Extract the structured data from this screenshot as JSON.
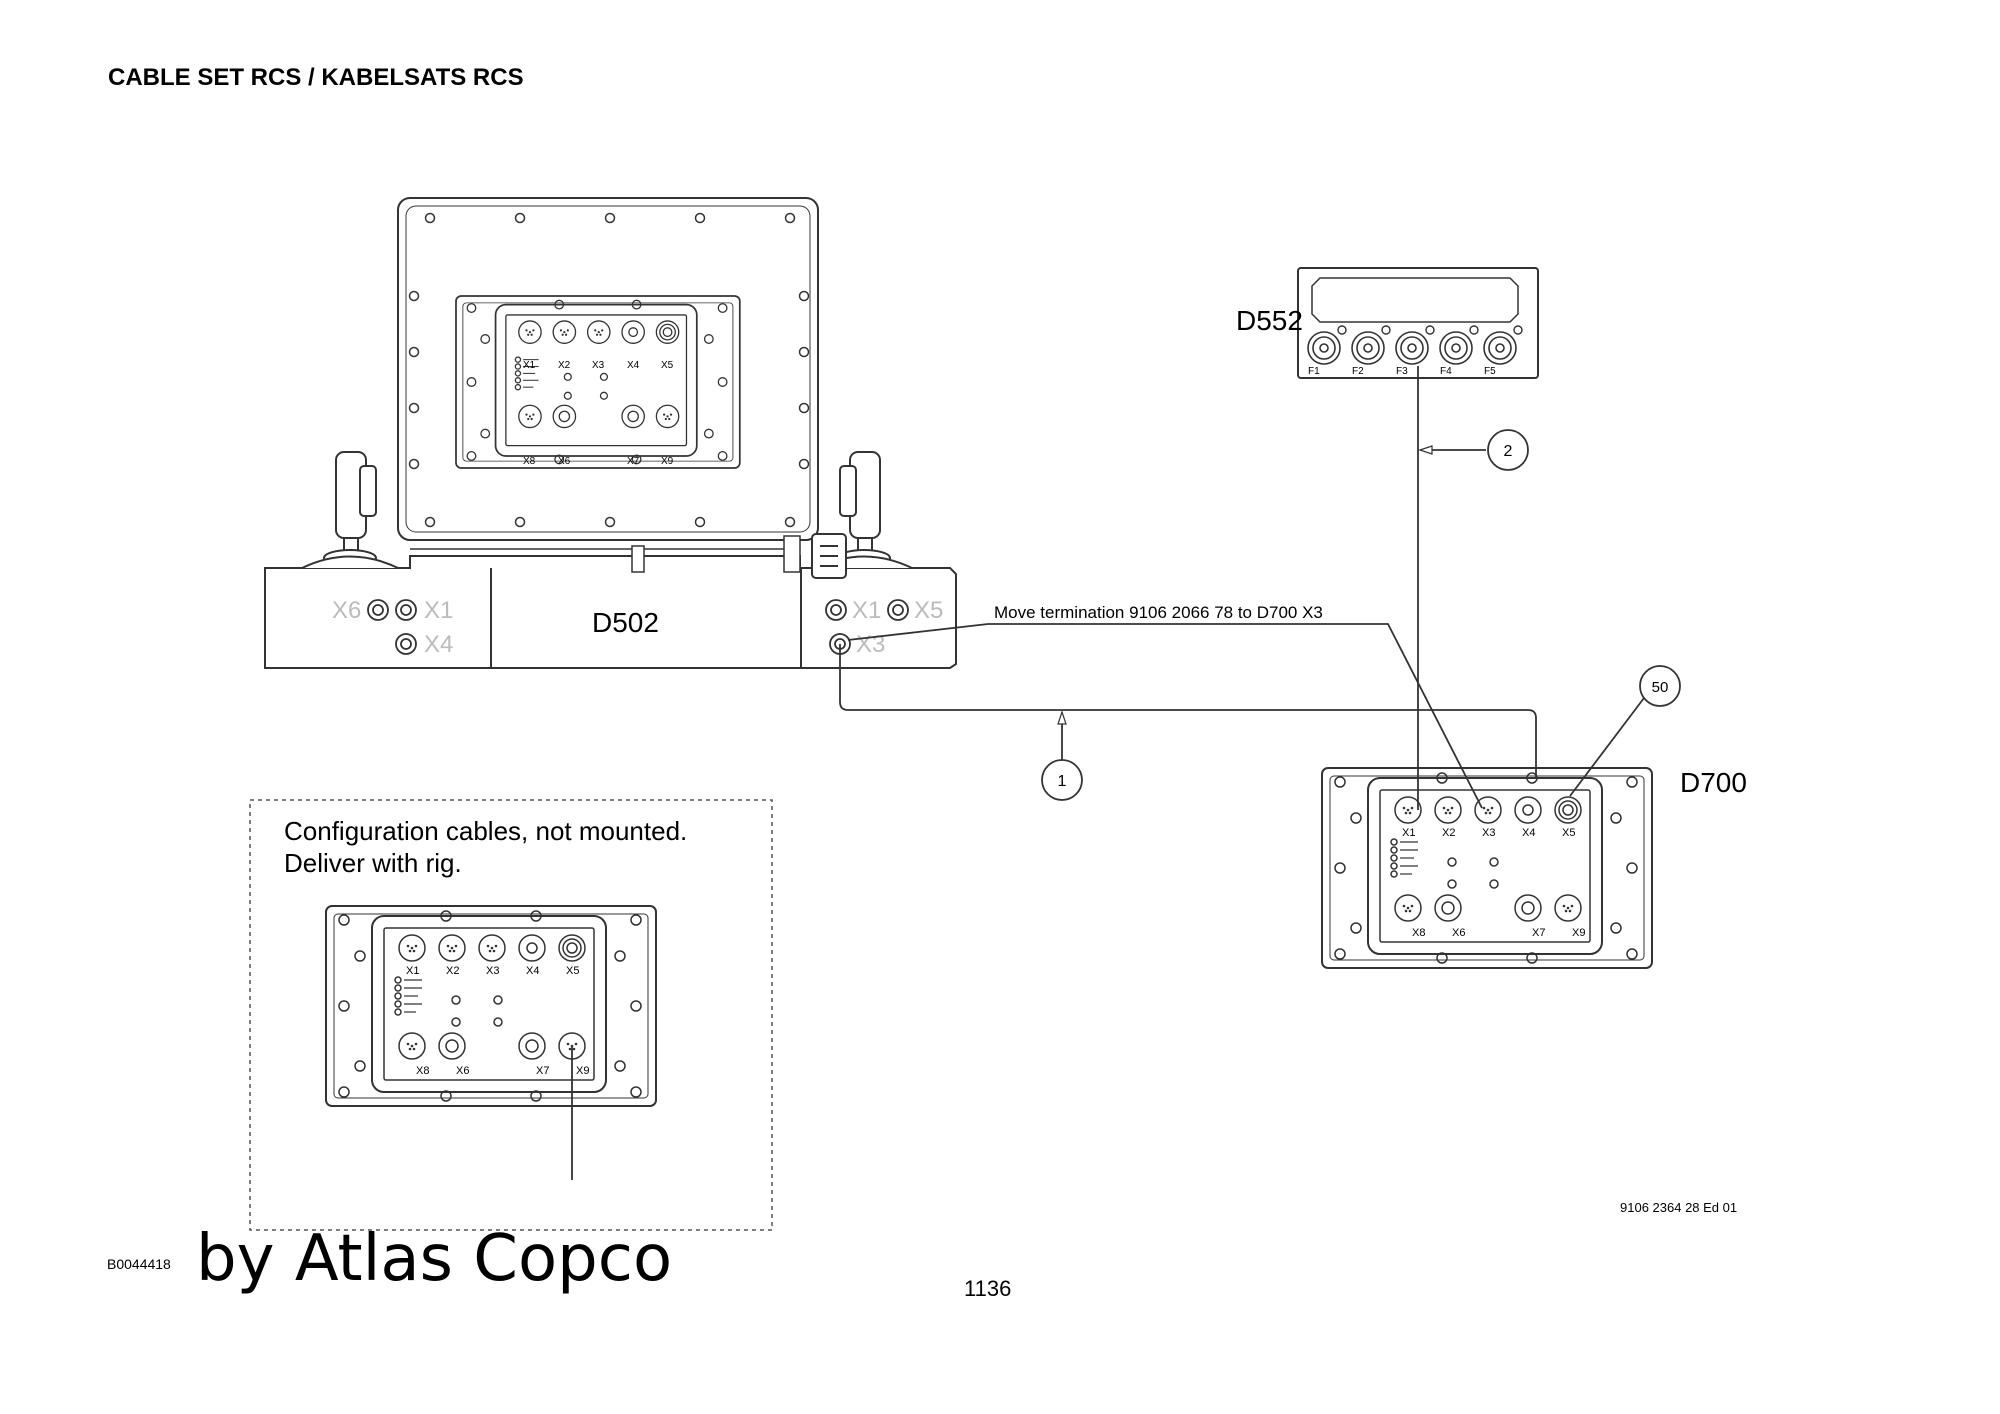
{
  "title": "CABLE SET RCS / KABELSATS RCS",
  "units": {
    "d502": {
      "label": "D502",
      "left_ports": [
        "X6",
        "X1",
        "X4"
      ],
      "right_ports": [
        "X1",
        "X5",
        "X3"
      ]
    },
    "d552": {
      "label": "D552",
      "ports": [
        "F1",
        "F2",
        "F3",
        "F4",
        "F5"
      ]
    },
    "d700": {
      "label": "D700"
    },
    "module": {
      "top_ports": [
        "X1",
        "X2",
        "X3",
        "X4",
        "X5"
      ],
      "bottom_ports": [
        "X8",
        "X6",
        "X7",
        "X9"
      ]
    }
  },
  "callouts": {
    "cable_1": "1",
    "cable_2": "2",
    "item_50": "50"
  },
  "notes": {
    "move_termination": "Move termination 9106 2066 78 to D700 X3",
    "config_line1": "Configuration cables, not mounted.",
    "config_line2": "Deliver with rig."
  },
  "footer": {
    "doc_ref": "9106 2364 28 Ed 01",
    "figure_code": "B0044418",
    "brand": "by Atlas Copco",
    "page_number": "1136"
  },
  "colors": {
    "line": "#333333",
    "shade": "#f2f2f2"
  }
}
